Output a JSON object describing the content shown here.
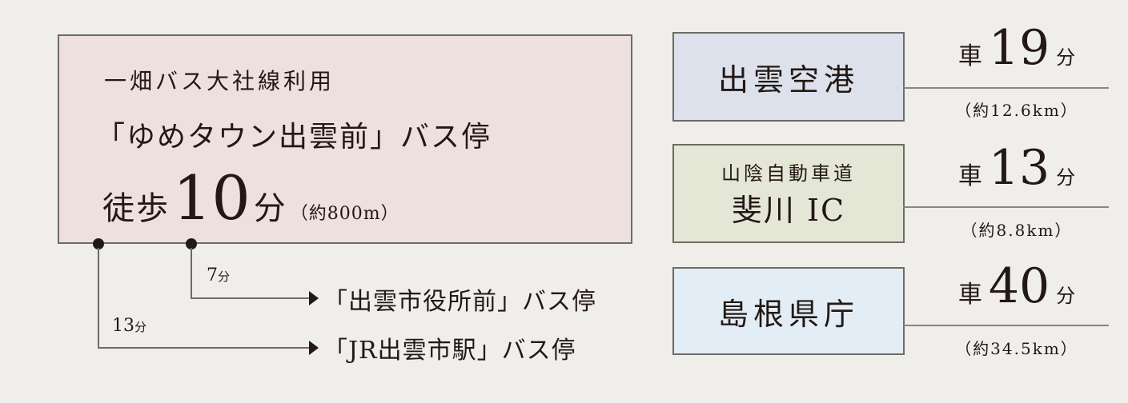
{
  "main": {
    "route_line": "一畑バス大社線利用",
    "stop_name": "「ゆめタウン出雲前」バス停",
    "walk_label": "徒歩",
    "walk_minutes": "10",
    "walk_unit": "分",
    "walk_distance": "（約800m）",
    "background": "#ede0de"
  },
  "branches": [
    {
      "minutes": "7",
      "unit": "分",
      "destination": "「出雲市役所前」バス停"
    },
    {
      "minutes": "13",
      "unit": "分",
      "destination": "「JR出雲市駅」バス停"
    }
  ],
  "destinations": [
    {
      "name": "出雲空港",
      "mode": "車",
      "minutes": "19",
      "unit": "分",
      "distance": "（約12.6km）",
      "color": "#dce1ec"
    },
    {
      "name_sub": "山陰自動車道",
      "name": "斐川 IC",
      "mode": "車",
      "minutes": "13",
      "unit": "分",
      "distance": "（約8.8km）",
      "color": "#e4e6d6"
    },
    {
      "name": "島根県庁",
      "mode": "車",
      "minutes": "40",
      "unit": "分",
      "distance": "（約34.5km）",
      "color": "#e2edf5"
    }
  ]
}
